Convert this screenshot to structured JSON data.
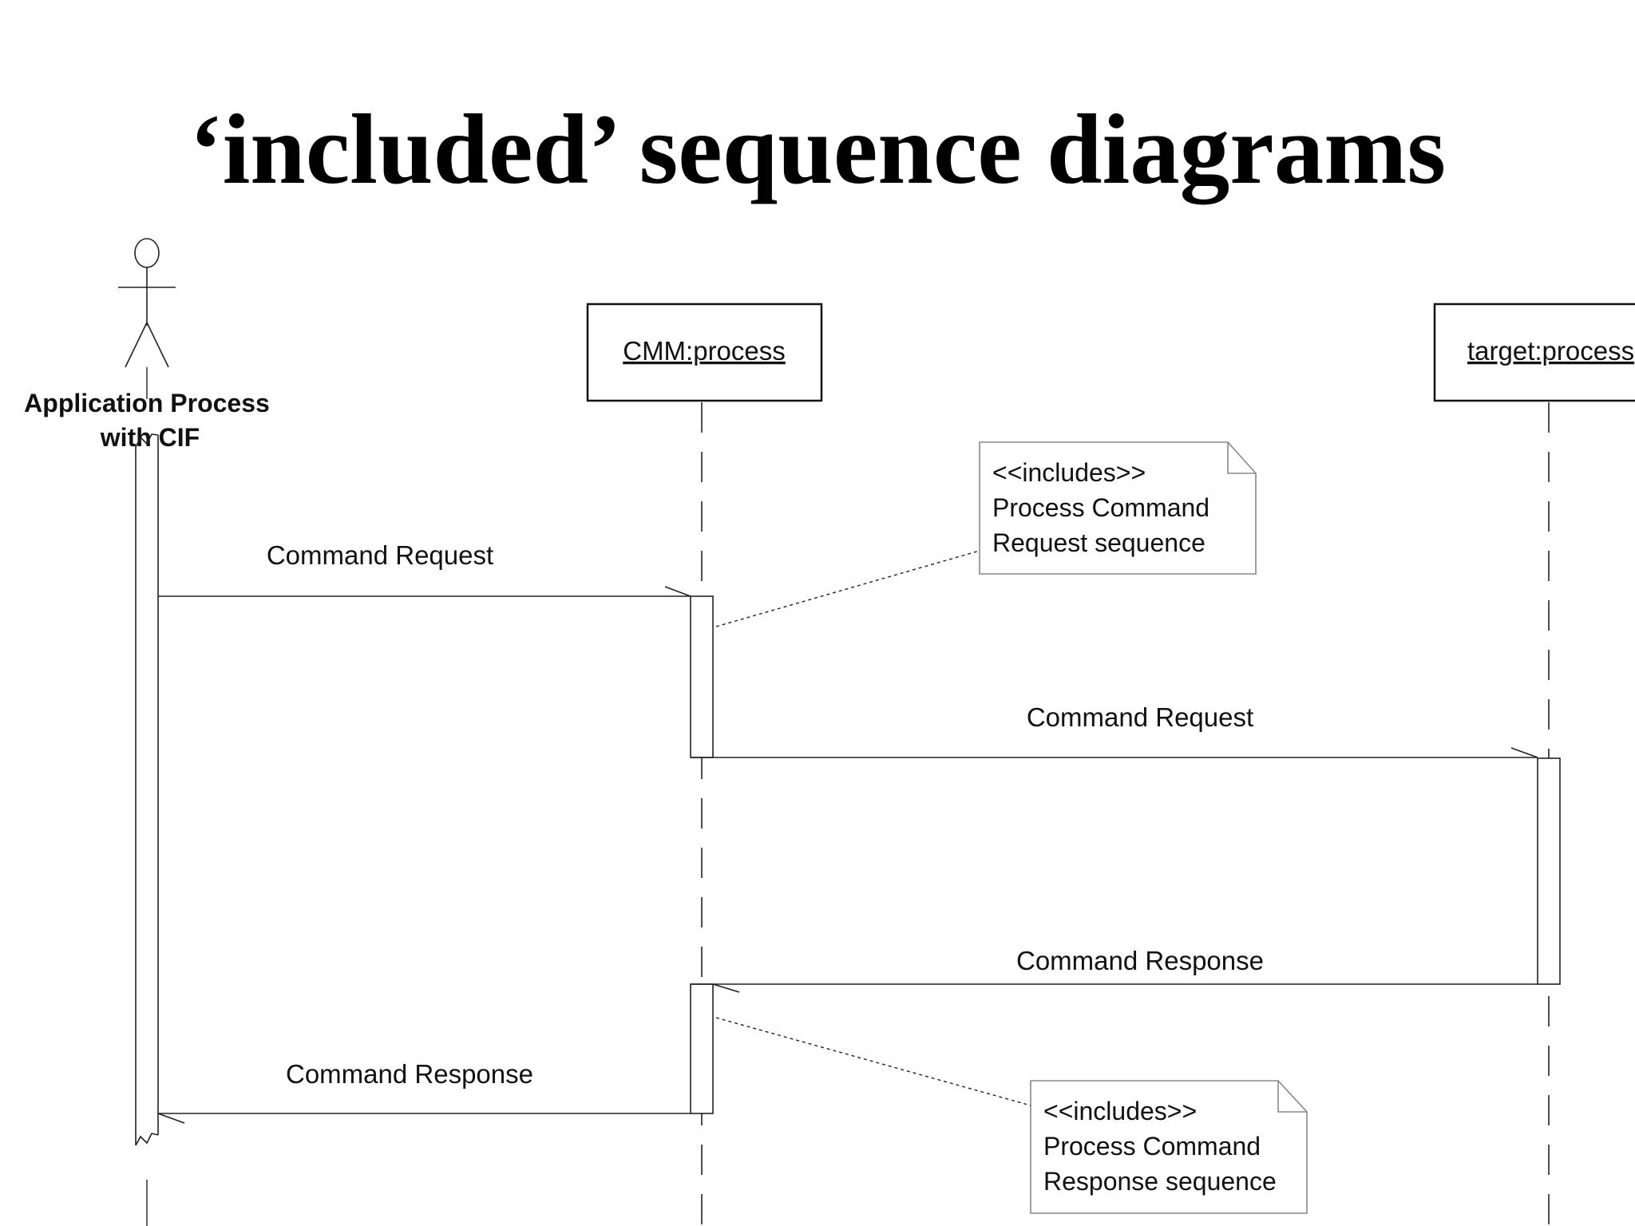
{
  "title": "‘included’ sequence diagrams",
  "actor": {
    "label_line1": "Application Process",
    "label_line2": "with CIF"
  },
  "objects": {
    "cmm": "CMM:process",
    "target": "target:process"
  },
  "messages": {
    "m1": "Command Request",
    "m2": "Command Request",
    "m3": "Command Response",
    "m4": "Command Response"
  },
  "notes": {
    "request": {
      "line1": "<<includes>>",
      "line2": "Process Command",
      "line3": "Request sequence"
    },
    "response": {
      "line1": "<<includes>>",
      "line2": "Process Command",
      "line3": "Response sequence"
    }
  }
}
